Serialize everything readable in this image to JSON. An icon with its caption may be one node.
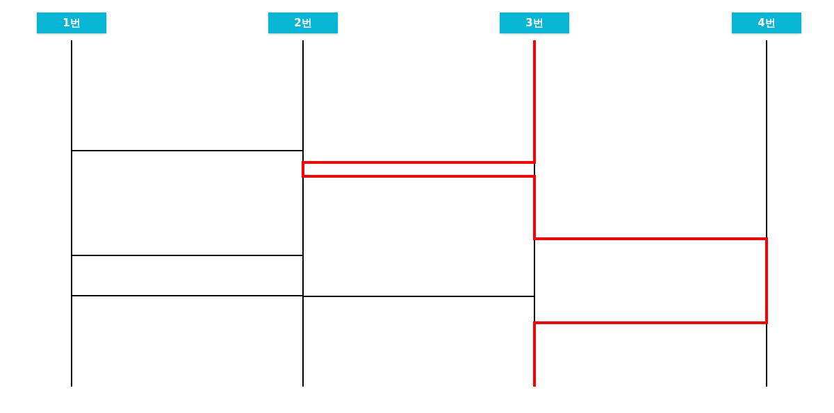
{
  "diagram": {
    "nodes": [
      {
        "text": [
          "1번"
        ]
      },
      {
        "text": [
          "2번"
        ]
      },
      {
        "text": [
          "3번"
        ]
      },
      {
        "text": [
          "4번"
        ]
      }
    ]
  }
}
